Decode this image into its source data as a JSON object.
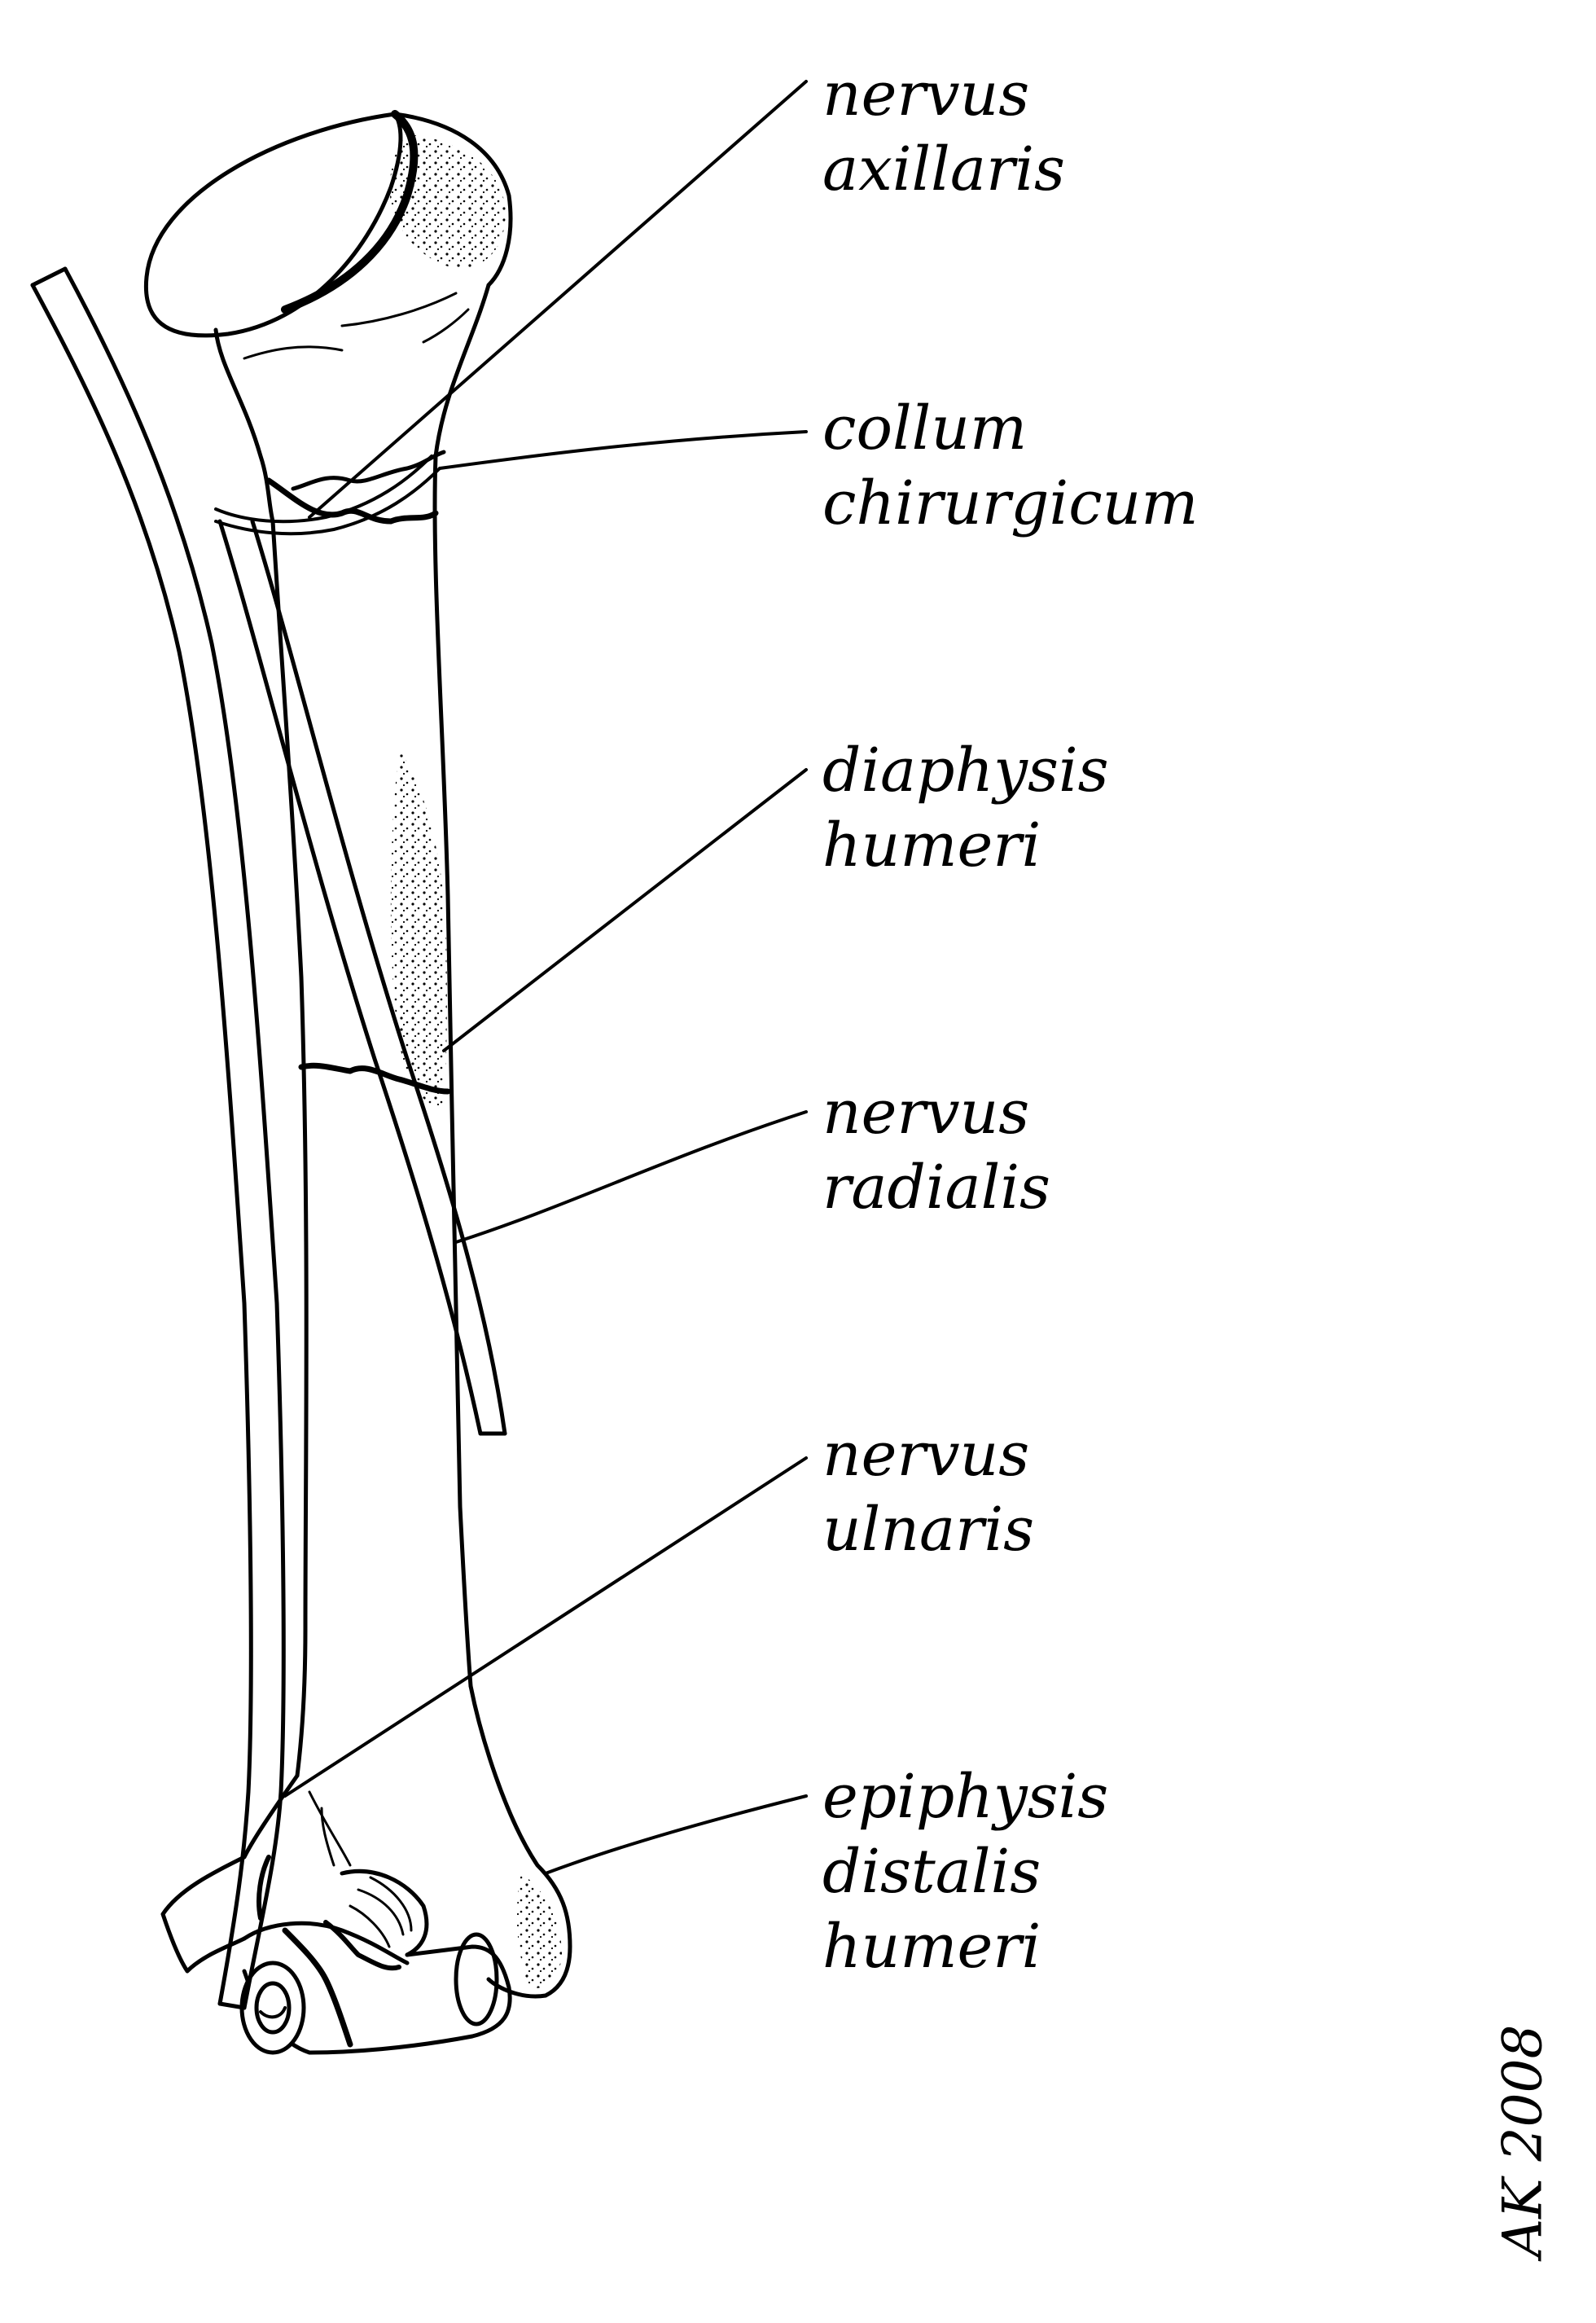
{
  "labels": {
    "axillaris": [
      "nervus",
      "axillaris"
    ],
    "collum": [
      "collum",
      "chirurgicum"
    ],
    "diaphysis": [
      "diaphysis",
      "humeri"
    ],
    "radialis": [
      "nervus",
      "radialis"
    ],
    "ulnaris": [
      "nervus",
      "ulnaris"
    ],
    "epiphysis": [
      "epiphysis",
      "distalis",
      "humeri"
    ]
  },
  "signature": "AK 2008",
  "colors": {
    "ink": "#000000",
    "paper": "#ffffff"
  }
}
